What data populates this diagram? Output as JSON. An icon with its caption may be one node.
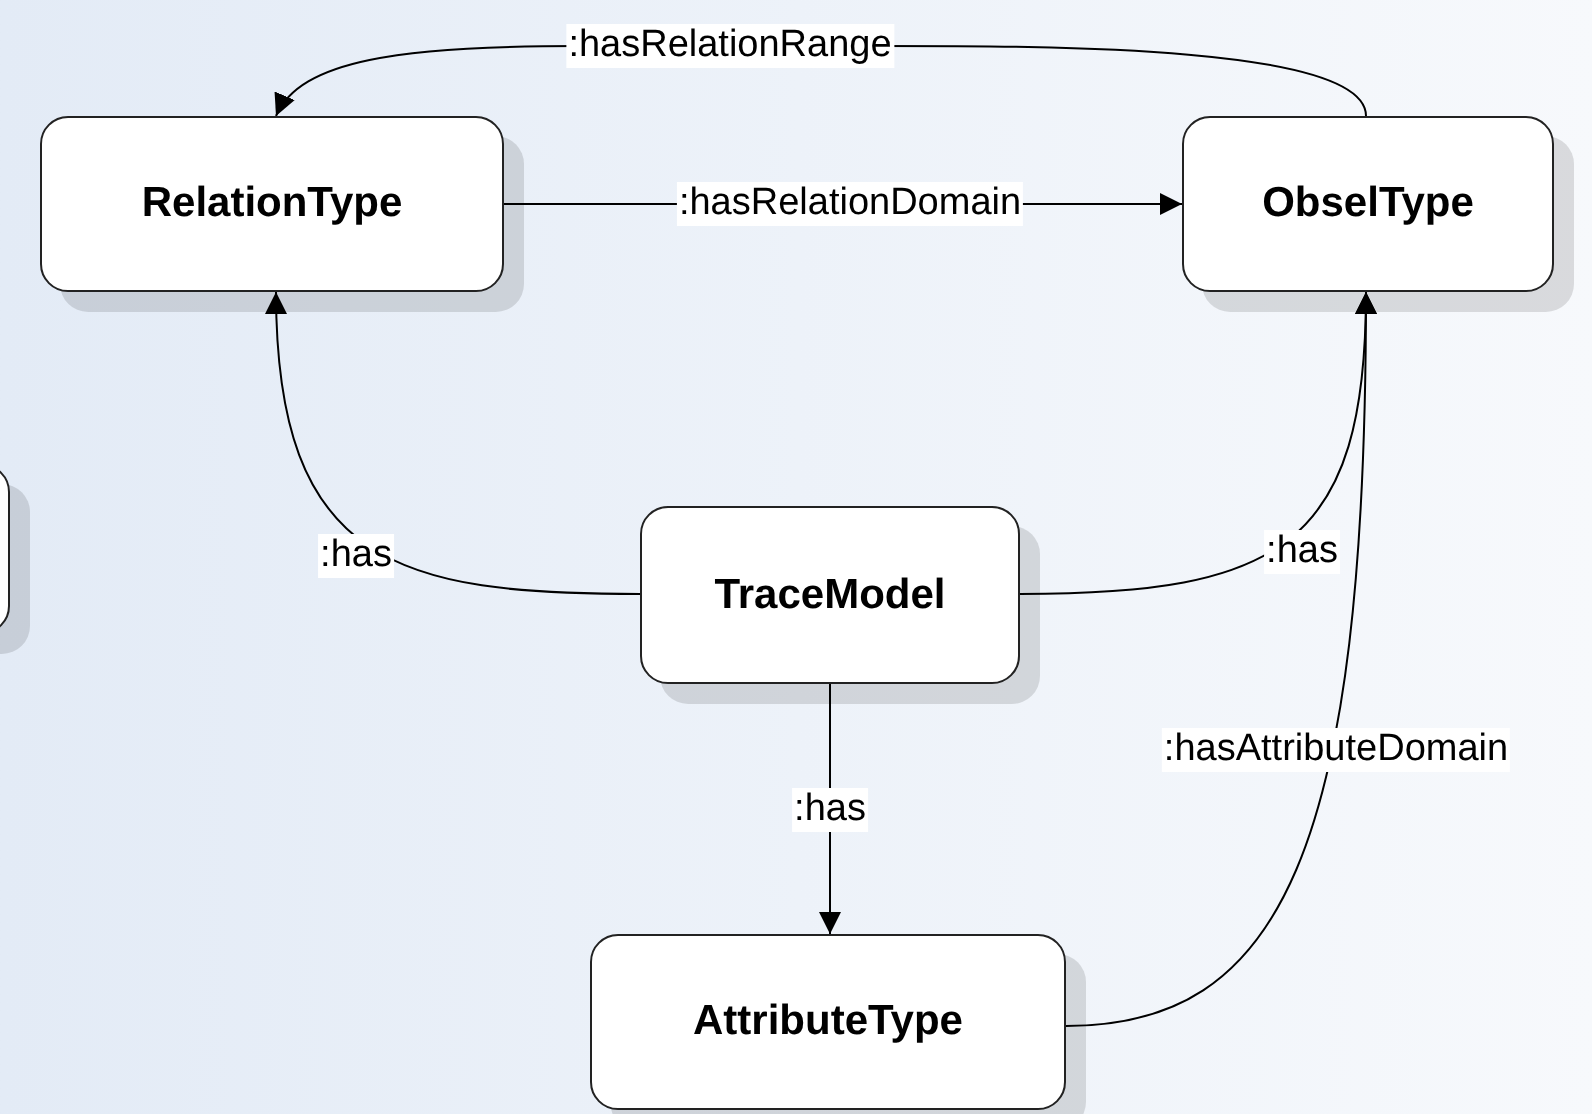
{
  "diagram": {
    "nodes": [
      {
        "text": [
          "RelationType"
        ]
      },
      {
        "text": [
          "ObselType"
        ]
      },
      {
        "text": [],
        "shape": "box"
      },
      {
        "text": [
          "TraceModel"
        ]
      },
      {
        "text": [
          "AttributeType"
        ]
      }
    ],
    "edges": [
      {
        "from": 1,
        "to": 0,
        "arrow": "to",
        "label": ":hasRelationRange"
      },
      {
        "from": 0,
        "to": 1,
        "arrow": "to",
        "label": ":hasRelationDomain"
      },
      {
        "from": 3,
        "to": 0,
        "arrow": "to",
        "label": ":has"
      },
      {
        "from": 3,
        "to": 1,
        "arrow": "to",
        "label": ":has"
      },
      {
        "from": 3,
        "to": 4,
        "arrow": "to",
        "label": ":has"
      },
      {
        "from": 4,
        "to": 1,
        "arrow": "to",
        "label": ":hasAttributeDomain"
      }
    ]
  }
}
